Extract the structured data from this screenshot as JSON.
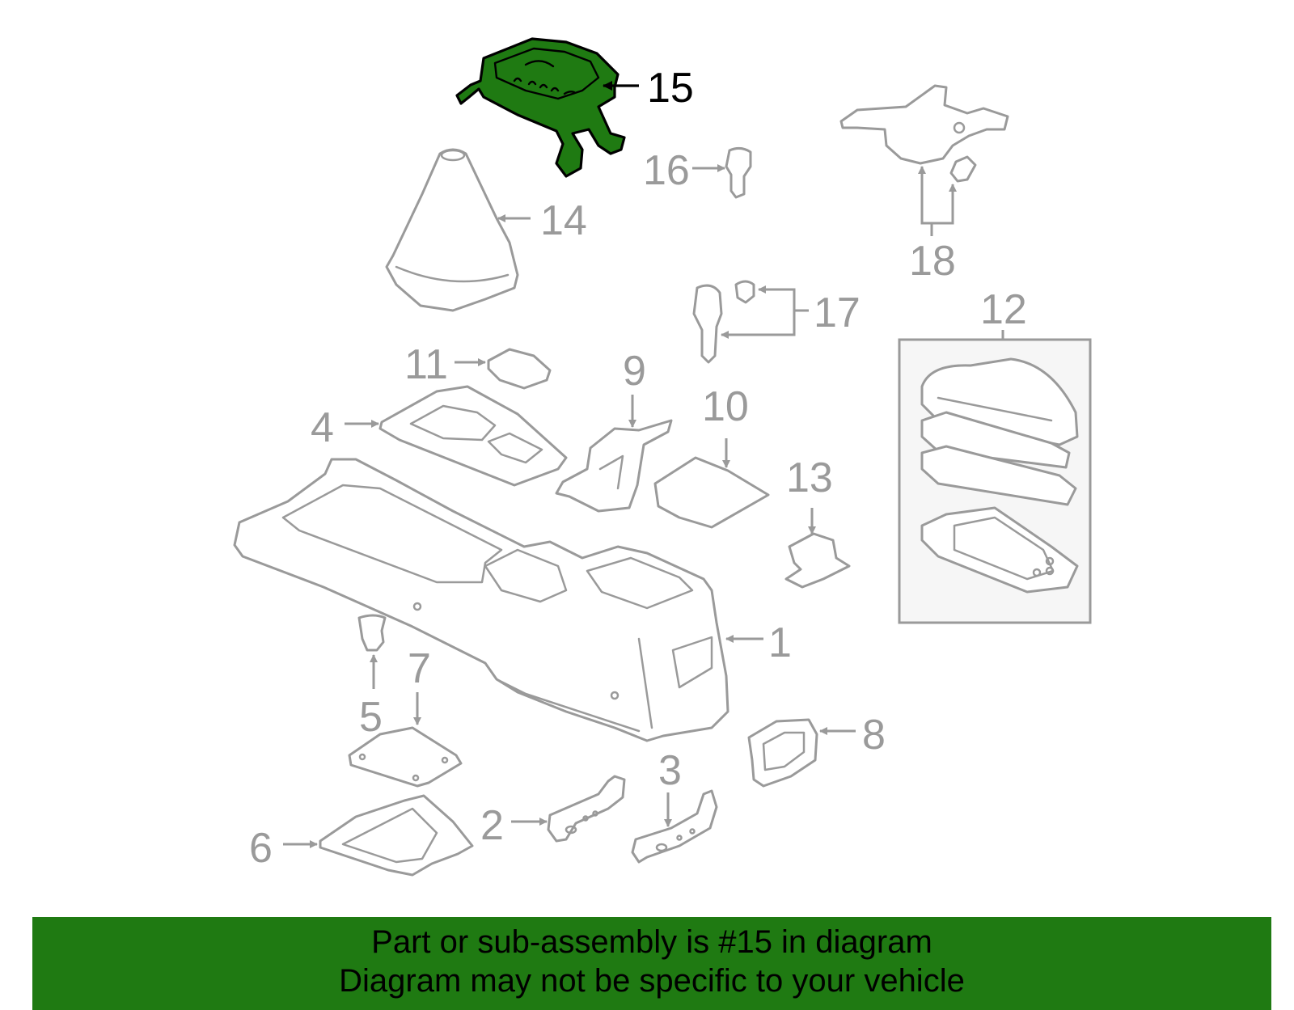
{
  "highlighted_part": "15",
  "colors": {
    "highlight": "#1f7a12",
    "part_stroke": "#9a9a9a",
    "banner": "#1f7a12"
  },
  "callouts": {
    "c1": "1",
    "c2": "2",
    "c3": "3",
    "c4": "4",
    "c5": "5",
    "c6": "6",
    "c7": "7",
    "c8": "8",
    "c9": "9",
    "c10": "10",
    "c11": "11",
    "c12": "12",
    "c13": "13",
    "c14": "14",
    "c15": "15",
    "c16": "16",
    "c17": "17",
    "c18": "18"
  },
  "banner": {
    "line1": "Part or sub-assembly is #15 in diagram",
    "line2": "Diagram may not be specific to your vehicle"
  }
}
